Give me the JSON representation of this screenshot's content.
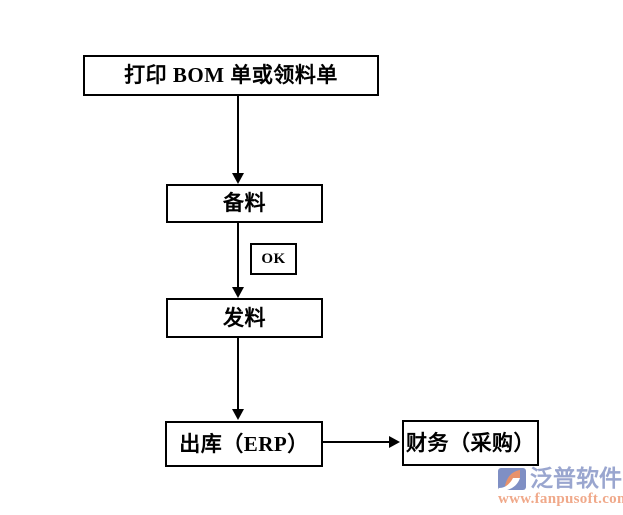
{
  "diagram": {
    "type": "flowchart",
    "title": "",
    "background_color": "#ffffff",
    "line_color": "#000000",
    "nodes": [
      {
        "id": "print",
        "label": "打印 BOM 单或领料单",
        "shape": "rectangle"
      },
      {
        "id": "prepare",
        "label": "备料",
        "shape": "rectangle"
      },
      {
        "id": "ok",
        "label": "OK",
        "shape": "rectangle"
      },
      {
        "id": "issue",
        "label": "发料",
        "shape": "rectangle"
      },
      {
        "id": "outbound",
        "label": "出库（ERP）",
        "shape": "rectangle"
      },
      {
        "id": "finance",
        "label": "财务（采购）",
        "shape": "rectangle"
      }
    ],
    "edges": [
      {
        "from": "print",
        "to": "prepare",
        "label": "",
        "direction": "down"
      },
      {
        "from": "prepare",
        "to": "issue",
        "label": "OK",
        "direction": "down"
      },
      {
        "from": "issue",
        "to": "outbound",
        "label": "",
        "direction": "down"
      },
      {
        "from": "outbound",
        "to": "finance",
        "label": "",
        "direction": "right"
      }
    ]
  },
  "watermark": {
    "brand": "泛普软件",
    "url": "www.fanpusoft.com",
    "brand_color": "#9aa6cf",
    "url_color": "#f0a98a",
    "mark_primary_color": "#7f8fc4",
    "mark_accent_color": "#e8916a"
  }
}
